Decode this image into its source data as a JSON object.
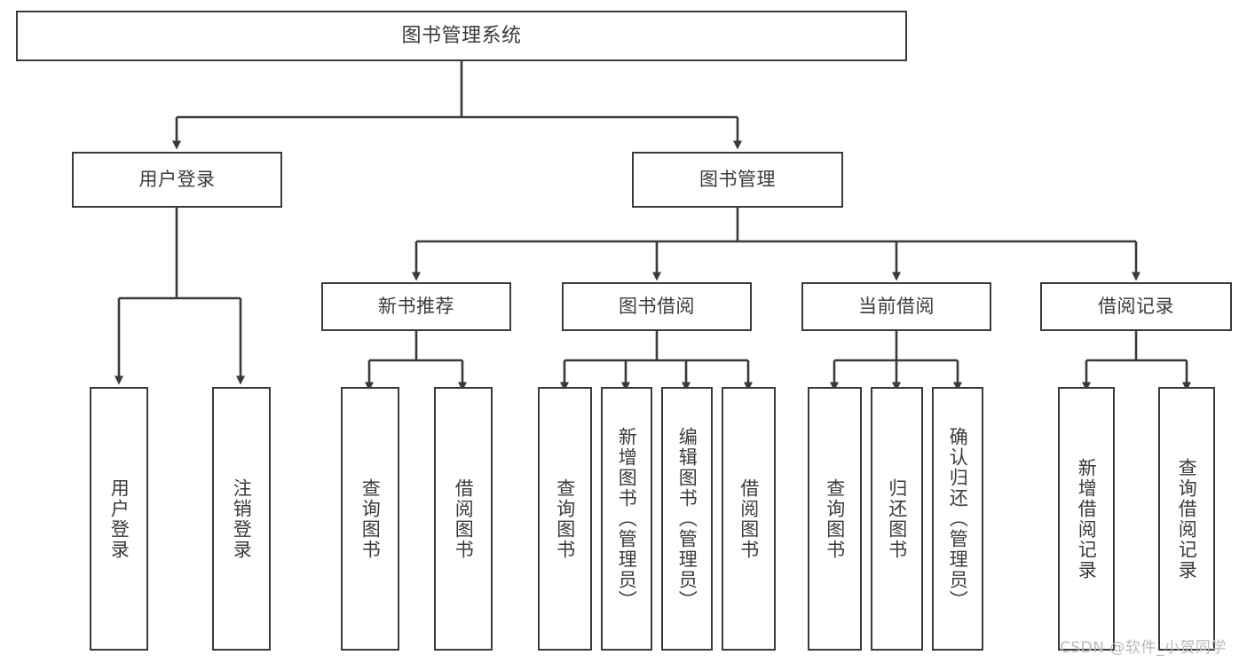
{
  "diagram": {
    "title": "图书管理系统",
    "type": "tree-hierarchy-chart",
    "colors": {
      "box_border": "#3a3a3a",
      "box_fill": "#ffffff",
      "text": "#3b3b3b",
      "edge": "#3a3a3a",
      "watermark": "#b9b9b9",
      "canvas": "#ffffff"
    },
    "root": {
      "label": "图书管理系统"
    },
    "level2": [
      {
        "label": "用户登录"
      },
      {
        "label": "图书管理"
      }
    ],
    "level3": [
      {
        "label": "新书推荐"
      },
      {
        "label": "图书借阅"
      },
      {
        "label": "当前借阅"
      },
      {
        "label": "借阅记录"
      }
    ],
    "leaves": [
      {
        "label": "用户登录",
        "parent": "用户登录"
      },
      {
        "label": "注销登录",
        "parent": "用户登录"
      },
      {
        "label": "查询图书",
        "parent": "新书推荐"
      },
      {
        "label": "借阅图书",
        "parent": "新书推荐"
      },
      {
        "label": "查询图书",
        "parent": "图书借阅"
      },
      {
        "label": "新增图书（管理员）",
        "parent": "图书借阅"
      },
      {
        "label": "编辑图书（管理员）",
        "parent": "图书借阅"
      },
      {
        "label": "借阅图书",
        "parent": "图书借阅"
      },
      {
        "label": "查询图书",
        "parent": "当前借阅"
      },
      {
        "label": "归还图书",
        "parent": "当前借阅"
      },
      {
        "label": "确认归还（管理员）",
        "parent": "当前借阅"
      },
      {
        "label": "新增借阅记录",
        "parent": "借阅记录"
      },
      {
        "label": "查询借阅记录",
        "parent": "借阅记录"
      }
    ]
  },
  "watermark": {
    "text": "CSDN @软件_小贺同学"
  }
}
